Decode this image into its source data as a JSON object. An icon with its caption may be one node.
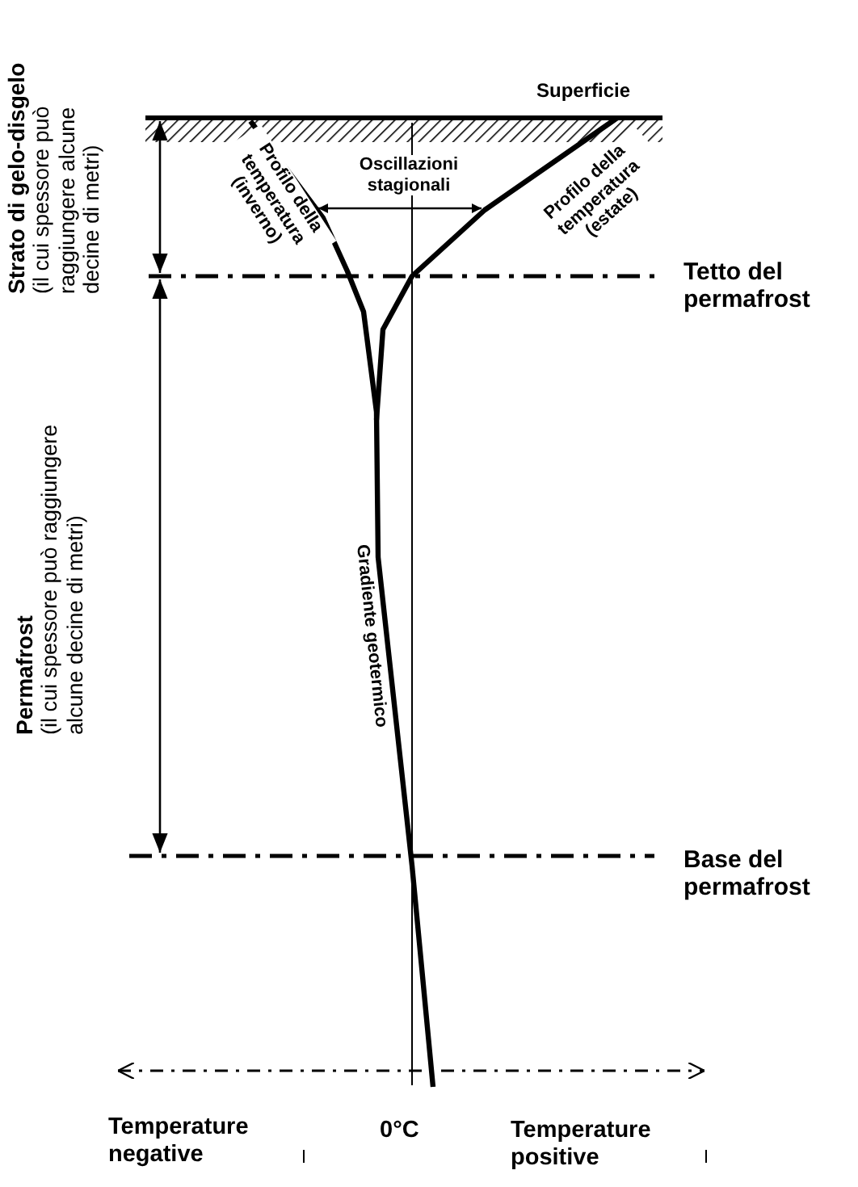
{
  "diagram": {
    "labels": [
      "Strato di gelo-disgelo",
      "(il cui spessore può raggiungere alcune decine di metri)",
      "Superficie",
      "Oscillazioni stagionali",
      "Profilo della temperatura (inverno)",
      "Profilo della temperatura (estate)",
      "Tetto del permafrost",
      "Permafrost",
      "(il cui spessore può raggiungere alcune decine di metri)",
      "Gradiente geotermico",
      "Base del permafrost",
      "Temperature negative",
      "0°C",
      "Temperature positive"
    ]
  }
}
